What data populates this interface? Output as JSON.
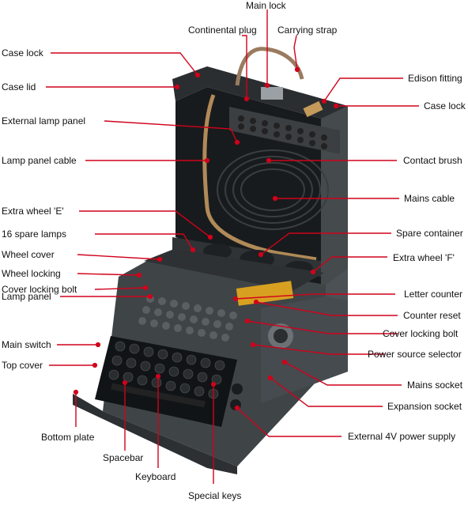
{
  "labels": {
    "main_lock": "Main lock",
    "continental_plug": "Continental plug",
    "carrying_strap": "Carrying strap",
    "case_lock_left": "Case lock",
    "case_lock_right": "Case lock",
    "case_lid": "Case lid",
    "edison_fitting": "Edison fitting",
    "external_lamp_panel": "External lamp panel",
    "lamp_panel_cable": "Lamp panel cable",
    "contact_brush": "Contact brush",
    "mains_cable": "Mains cable",
    "extra_wheel_e": "Extra wheel 'E'",
    "spare_lamps": "16 spare lamps",
    "spare_container": "Spare container",
    "wheel_cover": "Wheel cover",
    "extra_wheel_f": "Extra wheel 'F'",
    "wheel_locking": "Wheel locking",
    "cover_locking_bolt_left": "Cover locking bolt",
    "letter_counter": "Letter counter",
    "lamp_panel": "Lamp panel",
    "counter_reset": "Counter reset",
    "cover_locking_bolt_right": "Cover locking bolt",
    "main_switch": "Main switch",
    "power_source_selector": "Power source selector",
    "top_cover": "Top cover",
    "mains_socket": "Mains socket",
    "expansion_socket": "Expansion socket",
    "bottom_plate": "Bottom plate",
    "external_power": "External 4V power supply",
    "spacebar": "Spacebar",
    "keyboard": "Keyboard",
    "special_keys": "Special keys"
  },
  "colors": {
    "leader": "#d0021b",
    "body": "#3d4143",
    "body_dark": "#262a2c",
    "lid_inside": "#1c1f21"
  }
}
